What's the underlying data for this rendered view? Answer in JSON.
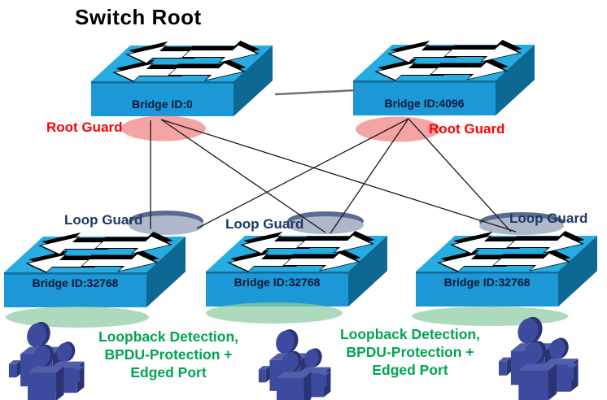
{
  "title": "Switch Root",
  "switches": [
    {
      "id": "root-primary",
      "bridge_label": "Bridge ID:0"
    },
    {
      "id": "root-secondary",
      "bridge_label": "Bridge ID:4096"
    },
    {
      "id": "access-1",
      "bridge_label": "Bridge ID:32768"
    },
    {
      "id": "access-2",
      "bridge_label": "Bridge ID:32768"
    },
    {
      "id": "access-3",
      "bridge_label": "Bridge ID:32768"
    }
  ],
  "labels": {
    "root_guard_left": "Root Guard",
    "root_guard_right": "Root Guard",
    "loop_guard_1": "Loop Guard",
    "loop_guard_2": "Loop Guard",
    "loop_guard_3": "Loop Guard",
    "loopback_lines": [
      "Loopback Detection,",
      "BPDU-Protection +",
      "Edged Port"
    ]
  },
  "icons": {
    "switch_icon": "isometric-ethernet-switch",
    "users_icon": "user-group",
    "guard_markers": [
      "root-guard-ellipse",
      "loop-guard-ellipse",
      "lan-segment-ellipse"
    ]
  },
  "colors": {
    "switch_top": "#26abe2",
    "switch_front": "#1b98d5",
    "switch_side": "#0e6894",
    "root_guard_text": "#fe0000",
    "loop_guard_text": "#1f3864",
    "loopback_text": "#00a550",
    "people_blue": "#3d4b9e",
    "ellipse_pink": "#f2a6a6",
    "ellipse_gray": "#aeb8ca",
    "ellipse_green": "#b7dfc6",
    "link_line": "#1a1a1a",
    "root_link_line": "#6e6e6e"
  }
}
